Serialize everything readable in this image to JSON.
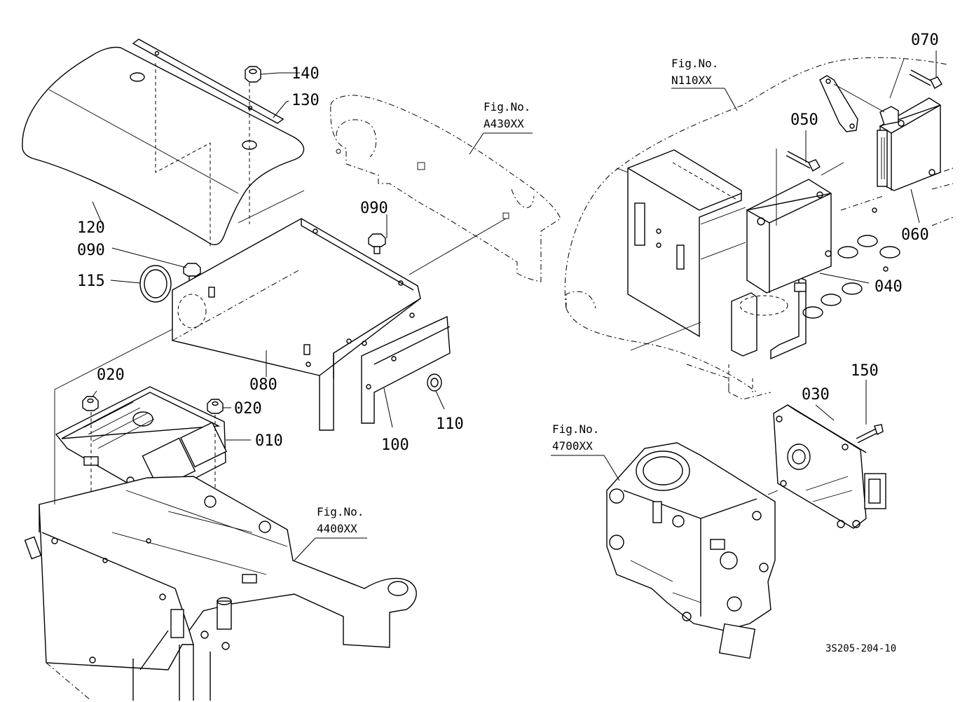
{
  "diagram": {
    "drawing_code": "3S205-204-10",
    "part_labels": [
      {
        "id": "140",
        "text": "140"
      },
      {
        "id": "130",
        "text": "130"
      },
      {
        "id": "120",
        "text": "120"
      },
      {
        "id": "090a",
        "text": "090"
      },
      {
        "id": "115",
        "text": "115"
      },
      {
        "id": "090b",
        "text": "090"
      },
      {
        "id": "080",
        "text": "080"
      },
      {
        "id": "020a",
        "text": "020"
      },
      {
        "id": "020b",
        "text": "020"
      },
      {
        "id": "010",
        "text": "010"
      },
      {
        "id": "100",
        "text": "100"
      },
      {
        "id": "110",
        "text": "110"
      },
      {
        "id": "070",
        "text": "070"
      },
      {
        "id": "050",
        "text": "050"
      },
      {
        "id": "060",
        "text": "060"
      },
      {
        "id": "040",
        "text": "040"
      },
      {
        "id": "150",
        "text": "150"
      },
      {
        "id": "030",
        "text": "030"
      }
    ],
    "figure_refs": [
      {
        "id": "a430",
        "line1": "Fig.No.",
        "line2": "A430XX"
      },
      {
        "id": "n110",
        "line1": "Fig.No.",
        "line2": "N110XX"
      },
      {
        "id": "4700",
        "line1": "Fig.No.",
        "line2": "4700XX"
      },
      {
        "id": "4400",
        "line1": "Fig.No.",
        "line2": "4400XX"
      }
    ]
  }
}
